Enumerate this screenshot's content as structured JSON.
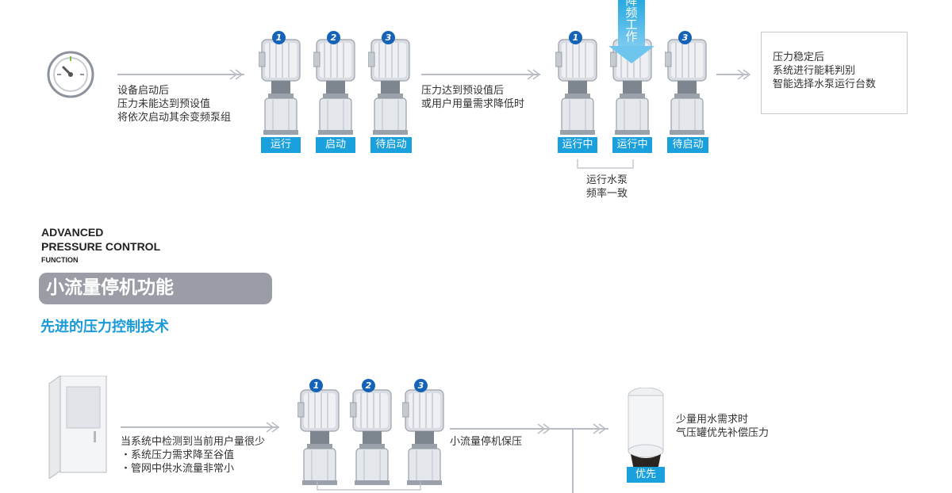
{
  "top": {
    "step1_text": "设备启动后\n压力未能达到预设值\n将依次启动其余变频泵组",
    "step2_text": "压力达到预设值后\n或用户用量需求降低时",
    "result_box": "压力稳定后\n系统进行能耗判别\n智能选择水泵运行台数",
    "group1_badges": [
      "运行",
      "启动",
      "待启动"
    ],
    "group2_badges": [
      "运行中",
      "运行中",
      "待启动"
    ],
    "pump_numbers": [
      "1",
      "2",
      "3"
    ],
    "freq_arrow_label": "降\n频\n工\n作",
    "bracket_note": "运行水泵\n频率一致"
  },
  "section": {
    "title_line1": "ADVANCED",
    "title_line2": "PRESSURE CONTROL",
    "title_line3": "FUNCTION",
    "banner": "小流量停机功能",
    "subtitle": "先进的压力控制技术"
  },
  "bottom": {
    "step1_text": "当系统中检测到当前用户量很少\n・系统压力需求降至谷值\n・管网中供水流量非常小",
    "step2_text": "小流量停机保压",
    "tank_text": "少量用水需求时\n气压罐优先补偿压力",
    "tank_badge": "优先"
  },
  "colors": {
    "accent": "#1aa0dc",
    "number": "#1463b8",
    "banner": "#9a9da6",
    "arrow": "#b8bcc4"
  }
}
